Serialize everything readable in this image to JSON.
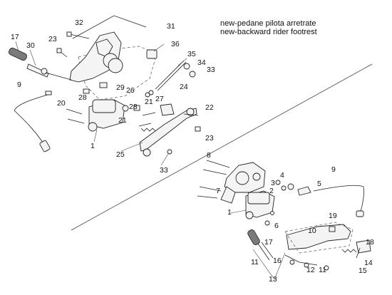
{
  "note": {
    "line1": "new-pedane pilota arretrate",
    "line2": "new-backward rider footrest"
  },
  "callouts": {
    "c32": "32",
    "c31": "31",
    "c17a": "17",
    "c30a": "30",
    "c23a": "23",
    "c36": "36",
    "c35": "35",
    "c34": "34",
    "c33a": "33",
    "c29": "29",
    "c28a": "28",
    "c9a": "9",
    "c26": "26",
    "c27": "27",
    "c24": "24",
    "c20": "20",
    "c28b": "28",
    "c21a": "21",
    "c21b": "21",
    "c22": "22",
    "c1a": "1",
    "c23b": "23",
    "c25": "25",
    "c33b": "33",
    "c8": "8",
    "c7": "7",
    "c4": "4",
    "c3": "3",
    "c2": "2",
    "c5": "5",
    "c9b": "9",
    "c1b": "1",
    "c6": "6",
    "c19": "19",
    "c10": "10",
    "c18": "18",
    "c14": "14",
    "c17b": "17",
    "c16": "16",
    "c11a": "11",
    "c12": "12",
    "c11b": "11",
    "c15": "15",
    "c13": "13"
  }
}
